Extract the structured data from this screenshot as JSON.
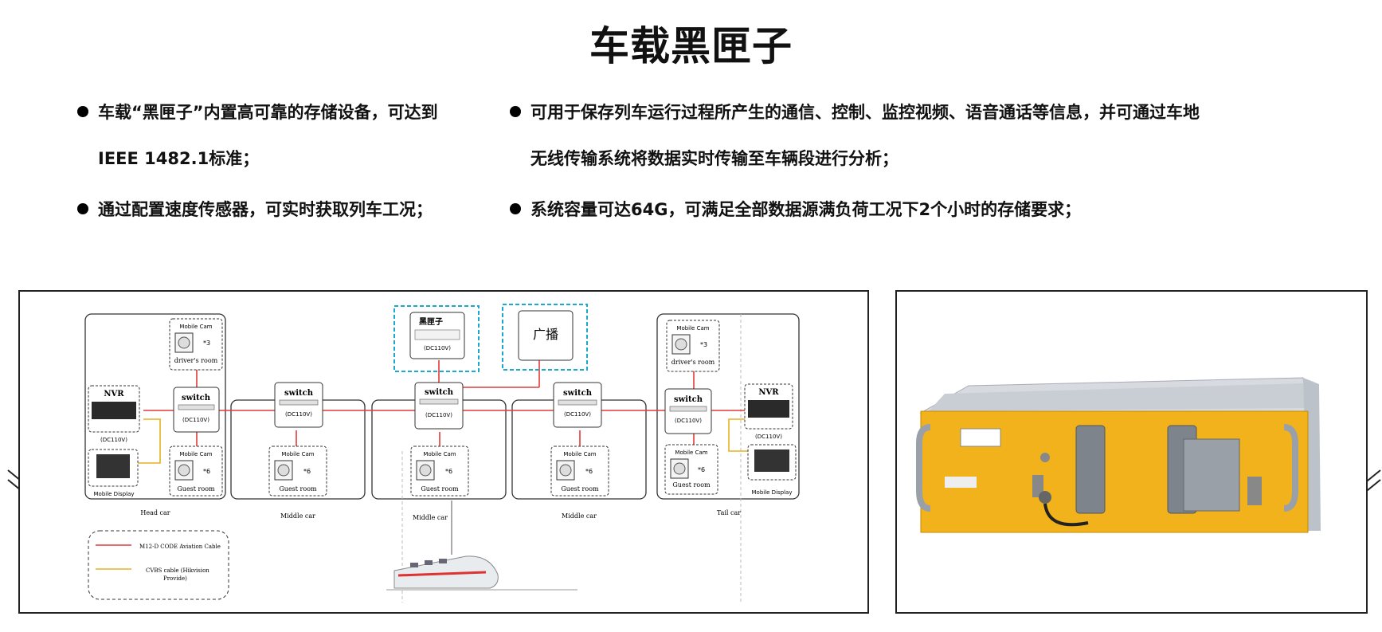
{
  "title": "车载黑匣子",
  "bullets": [
    {
      "line1": "车载“黑匣子”内置高可靠的存储设备，可达到",
      "line2": "IEEE 1482.1标准；"
    },
    {
      "line1": "可用于保存列车运行过程所产生的通信、控制、监控视频、语音通话等信息，并可通过车地",
      "line2": "无线传输系统将数据实时传输至车辆段进行分析；"
    },
    {
      "line1": "通过配置速度传感器，可实时获取列车工况；"
    },
    {
      "line1": "系统容量可达64G，可满足全部数据源满负荷工况下2个小时的存储要求；"
    }
  ],
  "diagram": {
    "cars": [
      "Head car",
      "Middle car",
      "Middle car",
      "Middle car",
      "Tail car"
    ],
    "switch_label": "switch",
    "power_label": "(DC110V)",
    "nvr_label": "NVR",
    "mobile_cam": "Mobile Cam",
    "mobile_display": "Mobile Display",
    "driver_room": "driver's room",
    "guest_room": "Guest room",
    "cam_x3": "*3",
    "cam_x6": "*6",
    "blackbox_label": "黑匣子",
    "broadcast_label": "广播",
    "legend": {
      "red_label": "M12-D CODE Aviation Cable",
      "yellow_label_1": "CVBS cable (Hikvision",
      "yellow_label_2": "Provide)"
    },
    "colors": {
      "cable": "#e23b3b",
      "cvbs": "#e8b020",
      "highlight": "#1aa8d0"
    }
  },
  "device_photo": {
    "icon": "blackbox-device-photo",
    "panel_color": "#f2b21b"
  }
}
